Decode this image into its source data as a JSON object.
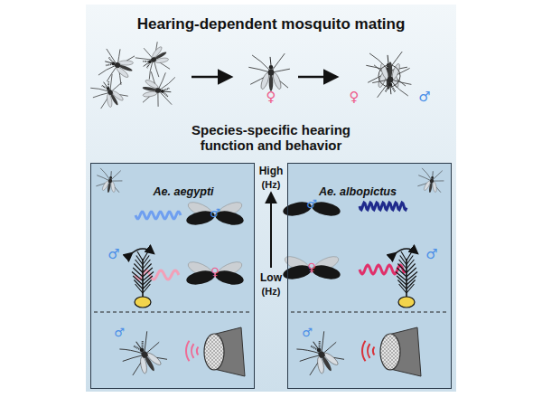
{
  "diagram": {
    "title": "Hearing-dependent mosquito mating",
    "nodes": [
      {
        "text": [
          "Ae. aegypti"
        ]
      },
      {
        "text": [
          "Ae. albopictus"
        ]
      }
    ],
    "labels": [
      "Species-specific hearing function and behavior",
      "♀",
      "♀",
      "♂",
      "High",
      "(Hz)",
      "Low",
      "(Hz)",
      "♂",
      "♀",
      "♂",
      "♂",
      "♂",
      "♀",
      "♂",
      "♂"
    ]
  }
}
